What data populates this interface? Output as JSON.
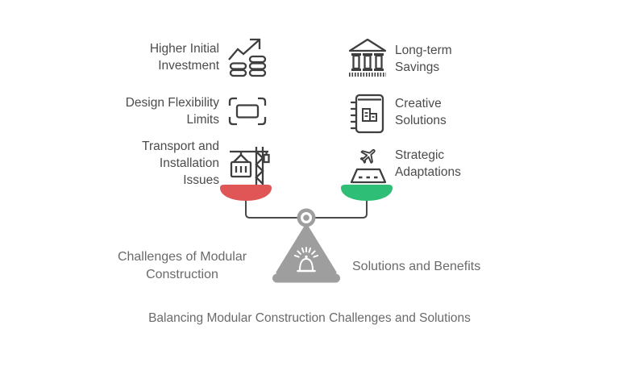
{
  "caption": "Balancing Modular Construction Challenges and Solutions",
  "left_column": {
    "label": "Challenges of Modular Construction",
    "items": [
      {
        "label": "Higher Initial Investment",
        "icon": "investment-growth-icon"
      },
      {
        "label": "Design Flexibility Limits",
        "icon": "design-frame-icon"
      },
      {
        "label": "Transport and Installation Issues",
        "icon": "crane-icon"
      }
    ]
  },
  "right_column": {
    "label": "Solutions and Benefits",
    "items": [
      {
        "label": "Long-term Savings",
        "icon": "bank-icon"
      },
      {
        "label": "Creative Solutions",
        "icon": "notebook-icon"
      },
      {
        "label": "Strategic Adaptations",
        "icon": "plane-takeoff-icon"
      }
    ]
  },
  "colors": {
    "background": "#ffffff",
    "item_text": "#4b4b4b",
    "side_label_text": "#6a6a6a",
    "caption_text": "#6a6a6a",
    "icon_stroke": "#3f3f3f",
    "beam": "#4a4a4a",
    "stand_gray": "#9e9e9e",
    "pan_left_red": "#e05657",
    "pan_right_green": "#2fbe76"
  }
}
